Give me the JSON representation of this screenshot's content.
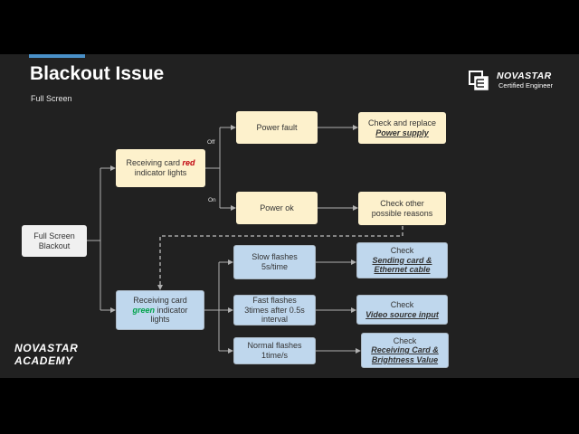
{
  "slide": {
    "title": "Blackout Issue",
    "subtitle": "Full Screen"
  },
  "logo": {
    "brand": "NOVASTAR",
    "certified": "Certified Engineer"
  },
  "academy": {
    "line1": "NOVASTAR",
    "line2": "ACADEMY"
  },
  "flow": {
    "start": {
      "line1": "Full Screen",
      "line2": "Blackout"
    },
    "red_card": {
      "pre": "Receiving card ",
      "color_word": "red",
      "post": "indicator lights"
    },
    "green_card": {
      "line1": "Receiving card",
      "color_word": "green",
      "post": " indicator",
      "line3": "lights"
    },
    "label_off": "Off",
    "label_on": "On",
    "power_fault": "Power fault",
    "power_ok": "Power ok",
    "check_replace": {
      "line1": "Check and replace",
      "line2": "Power supply"
    },
    "check_other": {
      "line1": "Check other",
      "line2": "possible reasons"
    },
    "slow": {
      "line1": "Slow flashes",
      "line2": "5s/time"
    },
    "fast": {
      "line1": "Fast flashes",
      "line2": "3times after 0.5s",
      "line3": "interval"
    },
    "normal": {
      "line1": "Normal flashes",
      "line2": "1time/s"
    },
    "check_sending": {
      "line1": "Check",
      "line2": "Sending card &",
      "line3": "Ethernet cable"
    },
    "check_video": {
      "line1": "Check",
      "line2": "Video source input"
    },
    "check_receiving": {
      "line1": "Check",
      "line2": "Receiving Card &",
      "line3": "Brightness Value"
    }
  }
}
